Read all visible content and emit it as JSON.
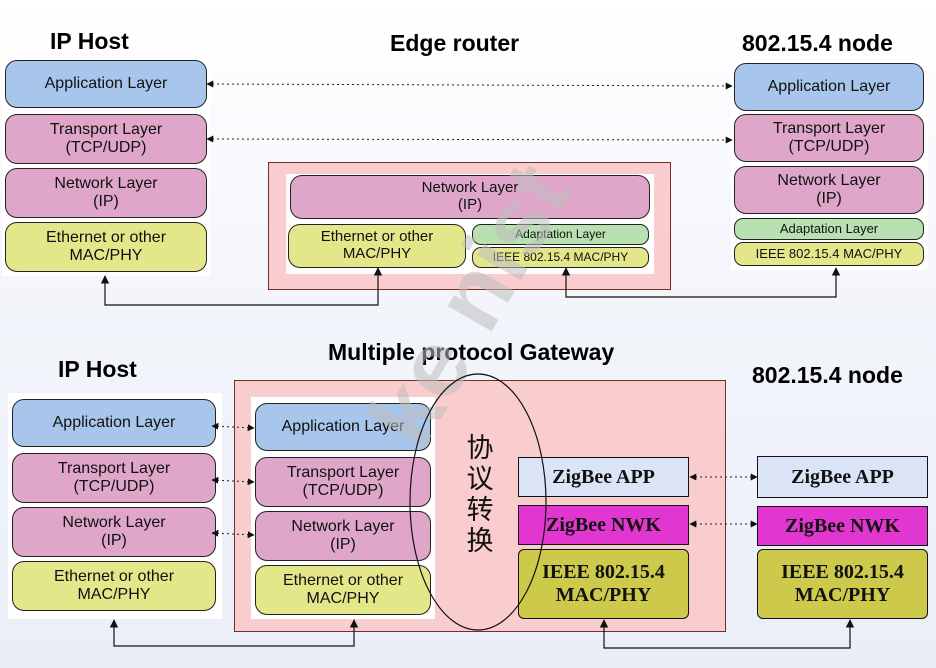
{
  "top": {
    "ip_host_title": "IP Host",
    "edge_router_title": "Edge router",
    "node_title": "802.15.4 node",
    "ip_host": {
      "app": "Application Layer",
      "transport": "Transport Layer\n(TCP/UDP)",
      "network": "Network Layer\n(IP)",
      "link": "Ethernet or other\nMAC/PHY"
    },
    "router": {
      "network": "Network Layer\n(IP)",
      "link": "Ethernet or other\nMAC/PHY",
      "adaptation": "Adaptation Layer",
      "mac": "IEEE 802.15.4 MAC/PHY"
    },
    "node": {
      "app": "Application Layer",
      "transport": "Transport Layer\n(TCP/UDP)",
      "network": "Network Layer\n(IP)",
      "adaptation": "Adaptation Layer",
      "mac": "IEEE 802.15.4 MAC/PHY"
    }
  },
  "bottom": {
    "ip_host_title": "IP Host",
    "gateway_title": "Multiple protocol Gateway",
    "node_title": "802.15.4 node",
    "ip_host": {
      "app": "Application Layer",
      "transport": "Transport Layer\n(TCP/UDP)",
      "network": "Network Layer\n(IP)",
      "link": "Ethernet or other\nMAC/PHY"
    },
    "gateway": {
      "app": "Application Layer",
      "transport": "Transport Layer\n(TCP/UDP)",
      "network": "Network Layer\n(IP)",
      "link": "Ethernet or other\nMAC/PHY",
      "conversion": "协\n议\n转\n换",
      "zigbee_app": "ZigBee APP",
      "zigbee_nwk": "ZigBee NWK",
      "zigbee_phy": "IEEE 802.15.4\nMAC/PHY"
    },
    "node": {
      "zigbee_app": "ZigBee APP",
      "zigbee_nwk": "ZigBee NWK",
      "zigbee_phy": "IEEE 802.15.4\nMAC/PHY"
    }
  },
  "watermark": "ke nist",
  "colors": {
    "application": "#a8c6ec",
    "transport_network": "#e0a6c9",
    "link": "#e4e68a",
    "adaptation": "#b8e0b0",
    "gateway_bg": "#f9cdcd",
    "zigbee_app": "#dbe3f7",
    "zigbee_nwk": "#e236d0",
    "zigbee_phy": "#cdc94a"
  }
}
